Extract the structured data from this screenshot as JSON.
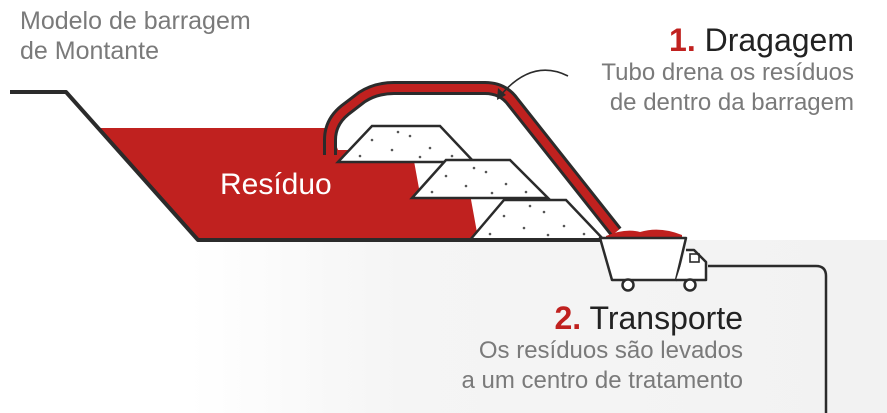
{
  "title": {
    "line1": "Modelo de barragem",
    "line2": "de Montante"
  },
  "residue_label": "Resíduo",
  "step1": {
    "number": "1.",
    "heading": "Dragagem",
    "desc_line1": "Tubo drena os resíduos",
    "desc_line2": "de dentro da barragem"
  },
  "step2": {
    "number": "2.",
    "heading": "Transporte",
    "desc_line1": "Os resíduos são levados",
    "desc_line2": "a um centro de tratamento"
  },
  "colors": {
    "residue_red": "#c0211f",
    "outline": "#2b2b2b",
    "sand": "#ffffff"
  },
  "icons": {
    "truck": "truck-icon",
    "annotation_arrow": "curved-arrow-icon"
  }
}
